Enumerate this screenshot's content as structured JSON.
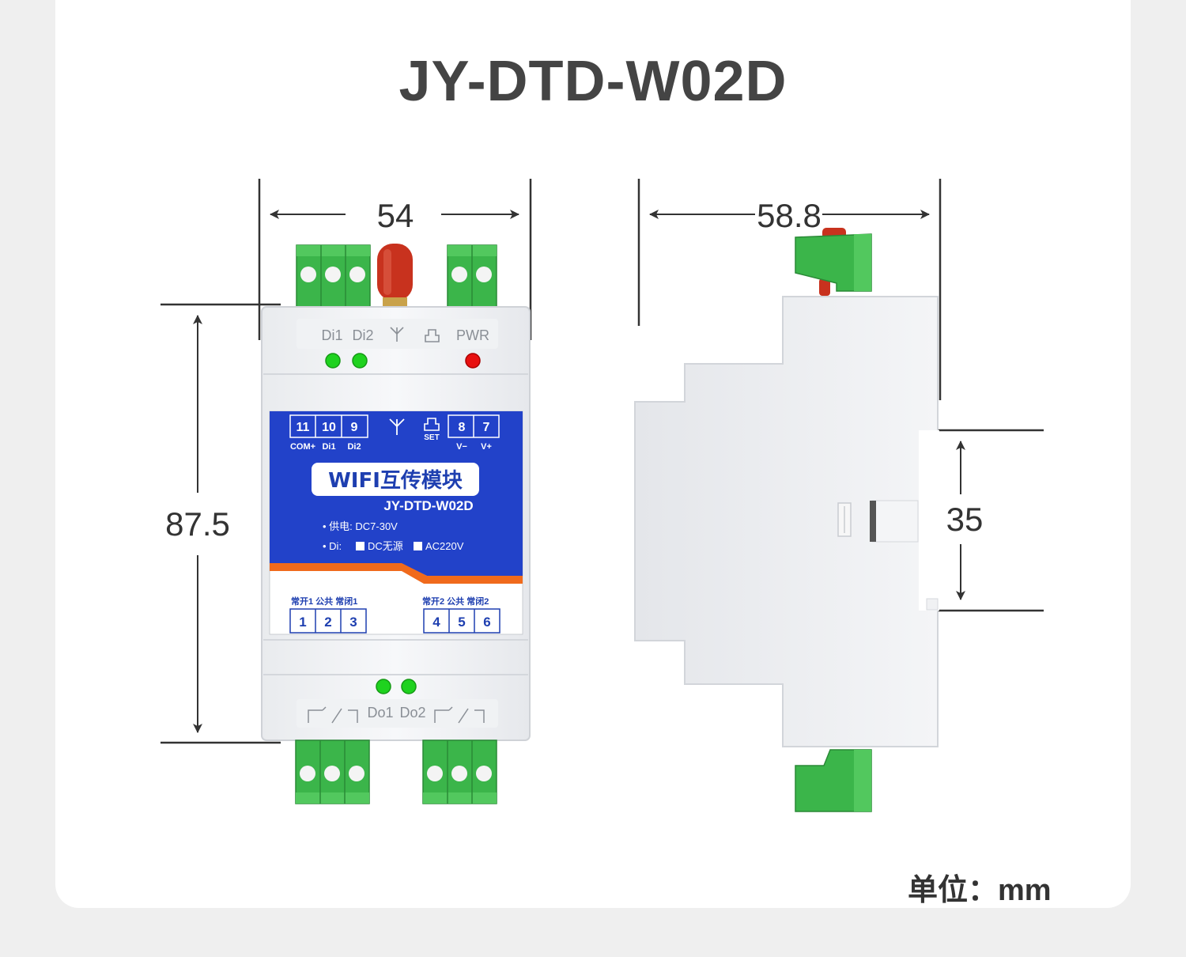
{
  "title": "JY-DTD-W02D",
  "unit_label": "单位：mm",
  "dimensions": {
    "width": "54",
    "depth": "58.8",
    "height": "87.5",
    "rail": "35"
  },
  "front_panel": {
    "top_leds": [
      "Di1",
      "Di2",
      "PWR"
    ],
    "bottom_leds": [
      "Do1",
      "Do2"
    ],
    "terminals_top_left": [
      "11",
      "10",
      "9"
    ],
    "terminals_top_left_labels": [
      "COM+",
      "Di1",
      "Di2"
    ],
    "set_label": "SET",
    "terminals_top_right": [
      "8",
      "7"
    ],
    "terminals_top_right_labels": [
      "V−",
      "V+"
    ],
    "product_name": "WIFI互传模块",
    "model": "JY-DTD-W02D",
    "power_spec": "• 供电: DC7-30V",
    "di_label": "• Di:",
    "di_option_1": "DC无源",
    "di_option_2": "AC220V",
    "relay1_labels": "常开1 公共  常闭1",
    "relay2_labels": "常开2 公共  常闭2",
    "terminals_bottom_left": [
      "1",
      "2",
      "3"
    ],
    "terminals_bottom_right": [
      "4",
      "5",
      "6"
    ]
  },
  "colors": {
    "panel_blue": "#2242c9",
    "accent_orange": "#f06a1c",
    "terminal_green": "#3bb54a",
    "led_green": "#1fd21f",
    "led_red": "#e81010",
    "antenna_red": "#c8321e"
  }
}
